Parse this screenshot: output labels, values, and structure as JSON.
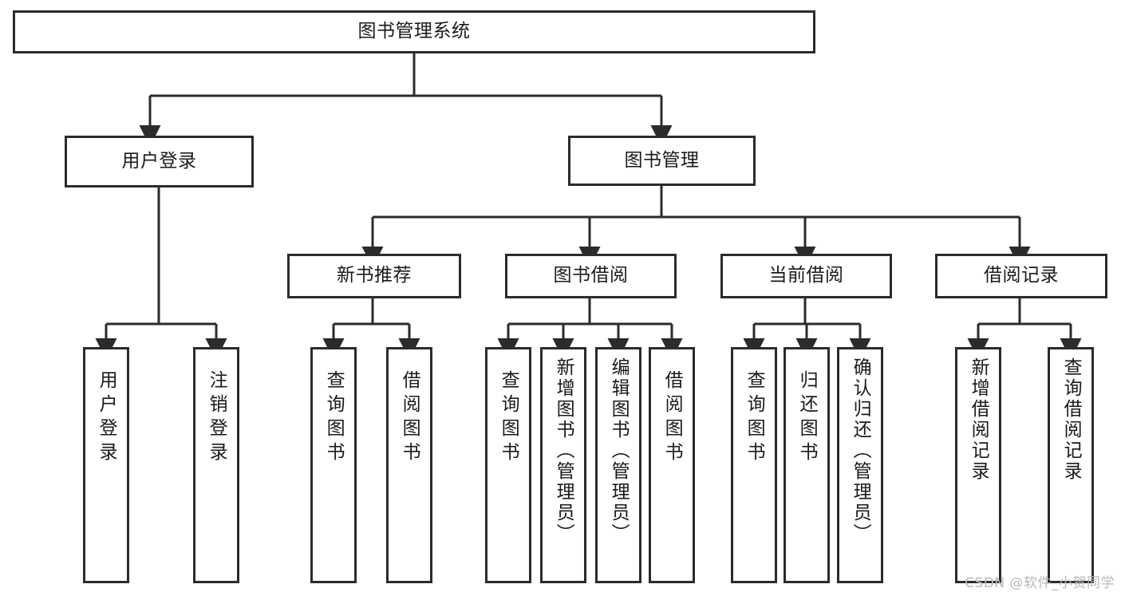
{
  "diagram": {
    "title": "图书管理系统",
    "watermark": "CSDN @软件_小贺同学",
    "colors": {
      "stroke": "#2b2b2b",
      "fill": "#ffffff",
      "text": "#1a1a1a",
      "watermark": "#b8b8b8",
      "background": "#ffffff"
    },
    "nodes": {
      "root": {
        "label": "图书管理系统"
      },
      "level1": [
        {
          "label": "用户登录"
        },
        {
          "label": "图书管理"
        }
      ],
      "level2": [
        {
          "label": "新书推荐"
        },
        {
          "label": "图书借阅"
        },
        {
          "label": "当前借阅"
        },
        {
          "label": "借阅记录"
        }
      ],
      "leaves": {
        "user_login": [
          {
            "label": "用户登录"
          },
          {
            "label": "注销登录"
          }
        ],
        "new_book_recommend": [
          {
            "label": "查询图书"
          },
          {
            "label": "借阅图书"
          }
        ],
        "book_borrow": [
          {
            "label": "查询图书"
          },
          {
            "label": "新增图书（管理员）"
          },
          {
            "label": "编辑图书（管理员）"
          },
          {
            "label": "借阅图书"
          }
        ],
        "current_borrow": [
          {
            "label": "查询图书"
          },
          {
            "label": "归还图书"
          },
          {
            "label": "确认归还（管理员）"
          }
        ],
        "borrow_record": [
          {
            "label": "新增借阅记录"
          },
          {
            "label": "查询借阅记录"
          }
        ]
      }
    }
  }
}
